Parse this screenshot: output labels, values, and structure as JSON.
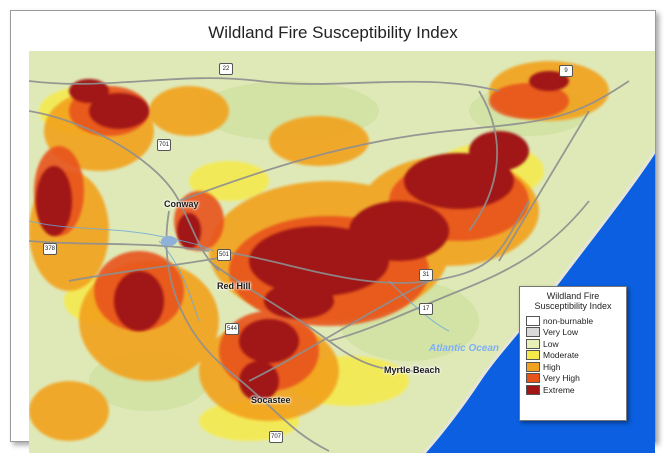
{
  "title": "Wildland Fire Susceptibility Index",
  "places": {
    "conway": "Conway",
    "red_hill": "Red Hill",
    "myrtle_beach": "Myrtle Beach",
    "socastee": "Socastee",
    "ocean": "Atlantic Ocean"
  },
  "route_shields": [
    "701",
    "378",
    "501",
    "544",
    "31",
    "17",
    "707",
    "9",
    "22"
  ],
  "legend": {
    "title_line1": "Wildland Fire",
    "title_line2": "Susceptibility Index",
    "items": [
      {
        "label": "non-burnable",
        "color": "#ffffff"
      },
      {
        "label": "Very Low",
        "color": "#d9d9d9"
      },
      {
        "label": "Low",
        "color": "#e8f0b8"
      },
      {
        "label": "Moderate",
        "color": "#f6ea4a"
      },
      {
        "label": "High",
        "color": "#f2a21e"
      },
      {
        "label": "Very High",
        "color": "#e8531a"
      },
      {
        "label": "Extreme",
        "color": "#a11614"
      }
    ]
  },
  "colors": {
    "ocean": "#0b5fe0",
    "land": "#dfe9b8",
    "road": "#8f8f8f"
  }
}
